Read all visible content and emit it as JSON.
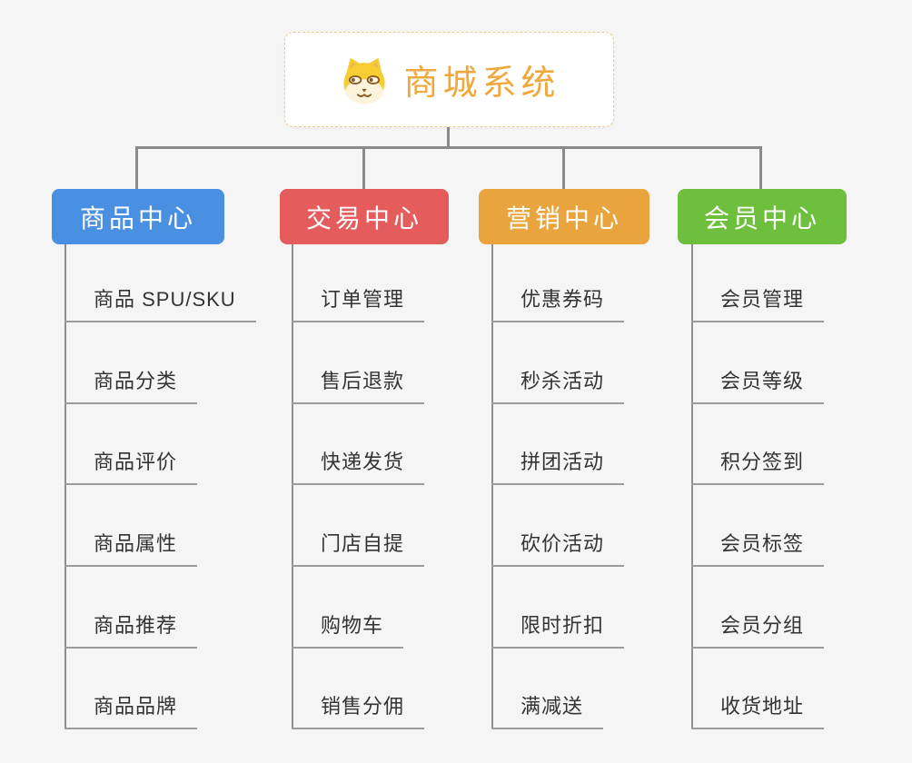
{
  "canvas": {
    "background": "#f5f5f5",
    "connector_color": "#8a8a8a",
    "underline_color": "#9c9c9c",
    "leaf_text_color": "#333333"
  },
  "root": {
    "label": "商城系统",
    "icon": "dog-face-icon",
    "text_color": "#f0a73b",
    "border_color": "#f2c98c",
    "background": "#ffffff"
  },
  "branches": [
    {
      "label": "商品中心",
      "color": "#4a90e2",
      "children": [
        "商品 SPU/SKU",
        "商品分类",
        "商品评价",
        "商品属性",
        "商品推荐",
        "商品品牌"
      ]
    },
    {
      "label": "交易中心",
      "color": "#e45c5c",
      "children": [
        "订单管理",
        "售后退款",
        "快递发货",
        "门店自提",
        "购物车",
        "销售分佣"
      ]
    },
    {
      "label": "营销中心",
      "color": "#e9a43d",
      "children": [
        "优惠券码",
        "秒杀活动",
        "拼团活动",
        "砍价活动",
        "限时折扣",
        "满减送"
      ]
    },
    {
      "label": "会员中心",
      "color": "#6fbf3f",
      "children": [
        "会员管理",
        "会员等级",
        "积分签到",
        "会员标签",
        "会员分组",
        "收货地址"
      ]
    }
  ]
}
